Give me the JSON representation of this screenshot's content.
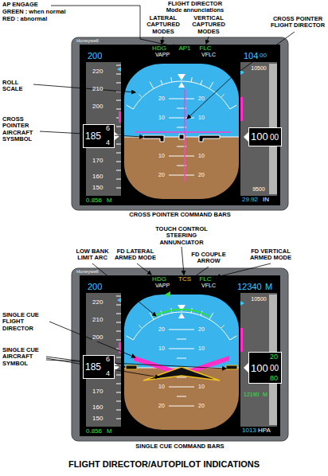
{
  "diagram": {
    "title": "FLIGHT DIRECTOR/AUTOPILOT INDICATIONS",
    "nodes": [
      {
        "text": [
          "Honeywell"
        ]
      },
      {
        "text": [
          "6",
          "185",
          "4"
        ],
        "in": 0
      },
      {
        "text": [
          "100",
          "00"
        ],
        "in": 0
      },
      {
        "text": [
          "Honeywell"
        ]
      },
      {
        "text": [
          "6",
          "185",
          "4"
        ],
        "in": 3
      },
      {
        "text": [
          "20",
          "100",
          "00",
          "80"
        ],
        "in": 3
      }
    ],
    "labels": [
      "AP ENGAGE",
      "GREEN : when normal",
      "RED : abnormal",
      "FLIGHT DIRECTOR Mode annunciations",
      "LATERAL CAPTURED MODES",
      "VERTICAL CAPTURED MODES",
      "CROSS POINTER FLIGHT DIRECTOR",
      "ROLL SCALE",
      "CROSS POINTER AIRCRAFT SYSMBOL",
      "HDG",
      "VAPP",
      "AP1",
      "FLC",
      "VFLC",
      "200",
      "104",
      "00",
      "220",
      "210",
      "200",
      "170",
      "160",
      "150",
      "20",
      "20",
      "10",
      "10",
      "10",
      "10",
      "20",
      "20",
      "10500",
      "9500",
      "0.856",
      "M",
      "29.92",
      "IN",
      "CROSS POINTER COMMAND BARS",
      "TOUCH CONTROL STEERING ANNUNCIATOR",
      "LOW BANK LIMIT ARC",
      "FD LATERAL ARMED MODE",
      "FD COUPLE ARROW",
      "FD VERTICAL ARMED MODE",
      "SINGLE CUE FLIGHT DIRECTOR",
      "SINGLE CUE AIRCRAFT SYMBOL",
      "HDG",
      "VAPP",
      "TCS",
      "FLC",
      "VFLC",
      "200",
      "12340",
      "M",
      "10500",
      "220",
      "210",
      "200",
      "170",
      "160",
      "150",
      "20",
      "20",
      "10",
      "10",
      "10",
      "10",
      "20",
      "20",
      "12190",
      "M",
      "0.856",
      "M",
      "1013",
      "HPA",
      "SINGLE CUE COMMAND BARS"
    ]
  }
}
